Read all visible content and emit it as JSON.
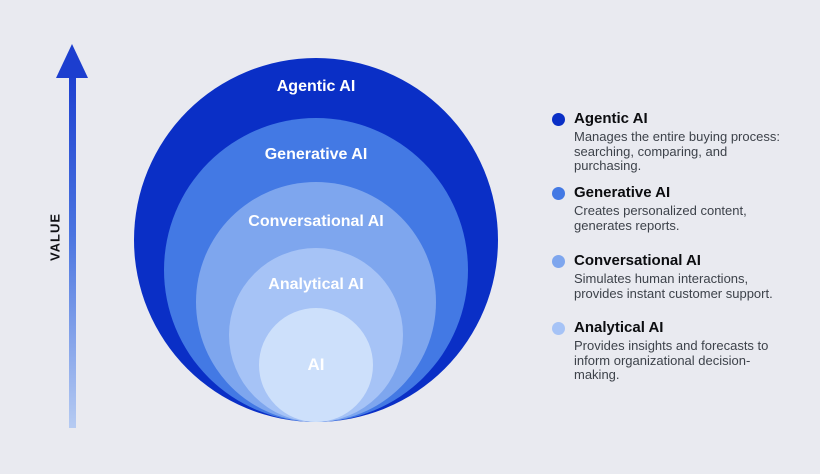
{
  "background_color": "#e9eaf0",
  "value_axis": {
    "label": "VALUE",
    "arrow_color_top": "#1c3ecf",
    "arrow_color_bottom": "#b6cbf2"
  },
  "diagram": {
    "rings": [
      {
        "label": "Agentic AI",
        "color": "#0a2fc6"
      },
      {
        "label": "Generative AI",
        "color": "#4379e4"
      },
      {
        "label": "Conversational AI",
        "color": "#7ea6ee"
      },
      {
        "label": "Analytical AI",
        "color": "#a6c3f6"
      },
      {
        "label": "AI",
        "color": "#cde0fb"
      }
    ]
  },
  "legend": {
    "items": [
      {
        "title": "Agentic AI",
        "bullet_color": "#0a2fc6",
        "description": "Manages the entire buying process:\nsearching, comparing, and\npurchasing."
      },
      {
        "title": "Generative AI",
        "bullet_color": "#4379e4",
        "description": "Creates personalized content,\ngenerates reports."
      },
      {
        "title": "Conversational AI",
        "bullet_color": "#7ea6ee",
        "description": "Simulates human interactions,\nprovides instant customer support."
      },
      {
        "title": "Analytical AI",
        "bullet_color": "#a6c3f6",
        "description": "Provides insights and forecasts to\ninform organizational decision-\nmaking."
      }
    ]
  }
}
